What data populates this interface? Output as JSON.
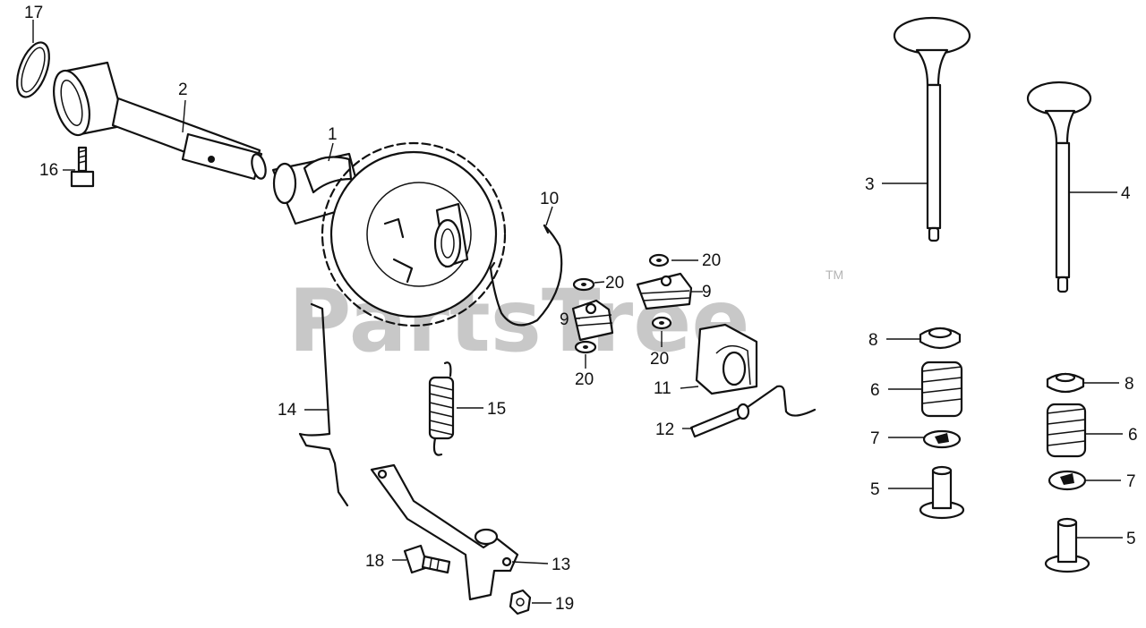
{
  "watermark": {
    "text": "PartsTree",
    "trademark": "TM"
  },
  "callouts": {
    "c1": "1",
    "c2": "2",
    "c3": "3",
    "c4": "4",
    "c5a": "5",
    "c5b": "5",
    "c6a": "6",
    "c6b": "6",
    "c7a": "7",
    "c7b": "7",
    "c8a": "8",
    "c8b": "8",
    "c9a": "9",
    "c9b": "9",
    "c10": "10",
    "c11": "11",
    "c12": "12",
    "c13": "13",
    "c14": "14",
    "c15": "15",
    "c16": "16",
    "c17": "17",
    "c18": "18",
    "c19": "19",
    "c20a": "20",
    "c20b": "20",
    "c20c": "20",
    "c20d": "20"
  }
}
